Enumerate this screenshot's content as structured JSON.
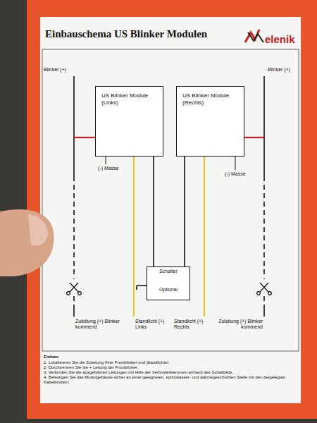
{
  "diagram": {
    "title": "Einbauschema US Blinker Modulen",
    "nodes": [
      {
        "text": [
          "US Blinker Module (Links)"
        ]
      },
      {
        "text": [
          "US Blinker Module (Rechts)"
        ]
      },
      {
        "text": [
          "Schalter",
          "Optional"
        ]
      }
    ],
    "edges": [
      {
        "from": 0,
        "to": 2,
        "arrow": "none"
      },
      {
        "from": 1,
        "to": 2,
        "arrow": "none"
      }
    ],
    "labels": [
      "elenik",
      "Blinker (+)",
      "Blinker (+)",
      "(-) Masse",
      "(-) Masse",
      "Zuleitung (+) Blinker kommend",
      "Standlicht (+) Links",
      "Standlicht (+) Rechts",
      "Zuleitung (+) Blinker kommend",
      "Einbau:",
      "1. Lokalisieren Sie die Zuleitung Ihrer Frontblinker und Standlichter.",
      "2. Durchtrennen Sie die + Leitung der Frontblinker.",
      "3. Verbinden Sie die ausgeführten Leitungen mit Hilfe der Verbinderklemmen anhand des Schaltbilds.",
      "4. Befestigen Sie das Modulgehäuse sicher an einer geeigneten, spritzwasser- und wärmegeschützten Stelle mit den beigelegten Kabelbindern."
    ]
  }
}
